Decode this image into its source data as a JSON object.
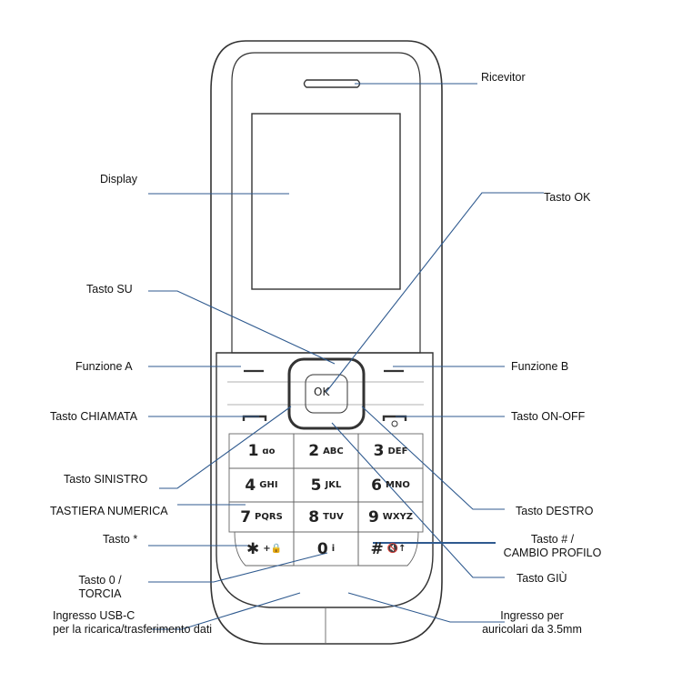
{
  "labels": {
    "receiver": "Ricevitor",
    "display": "Display",
    "ok_key": "Tasto OK",
    "up_key": "Tasto SU",
    "function_a": "Funzione A",
    "function_b": "Funzione B",
    "call_key": "Tasto CHIAMATA",
    "power_key": "Tasto ON-OFF",
    "left_key": "Tasto SINISTRO",
    "right_key": "Tasto DESTRO",
    "keypad": "TASTIERA NUMERICA",
    "star_key": "Tasto *",
    "hash_key_1": "Tasto # /",
    "hash_key_2": "CAMBIO PROFILO",
    "down_key": "Tasto GIÙ",
    "zero_key_1": "Tasto 0 /",
    "zero_key_2": "TORCIA",
    "usb_1": "Ingresso USB-C",
    "usb_2": "per la ricarica/trasferimento dati",
    "audio_1": "Ingresso per",
    "audio_2": "auricolari da 3.5mm"
  },
  "ok_text": "OK",
  "keys": [
    {
      "d": "1",
      "s": "ɑo"
    },
    {
      "d": "2",
      "s": "ABC"
    },
    {
      "d": "3",
      "s": "DEF"
    },
    {
      "d": "4",
      "s": "GHI"
    },
    {
      "d": "5",
      "s": "JKL"
    },
    {
      "d": "6",
      "s": "MNO"
    },
    {
      "d": "7",
      "s": "PQRS"
    },
    {
      "d": "8",
      "s": "TUV"
    },
    {
      "d": "9",
      "s": "WXYZ"
    },
    {
      "d": "✱",
      "s": "+🔒"
    },
    {
      "d": "0",
      "s": "i"
    },
    {
      "d": "#",
      "s": "🔇↑"
    }
  ],
  "colors": {
    "leader": "#2f5a8f",
    "outline": "#333333"
  }
}
